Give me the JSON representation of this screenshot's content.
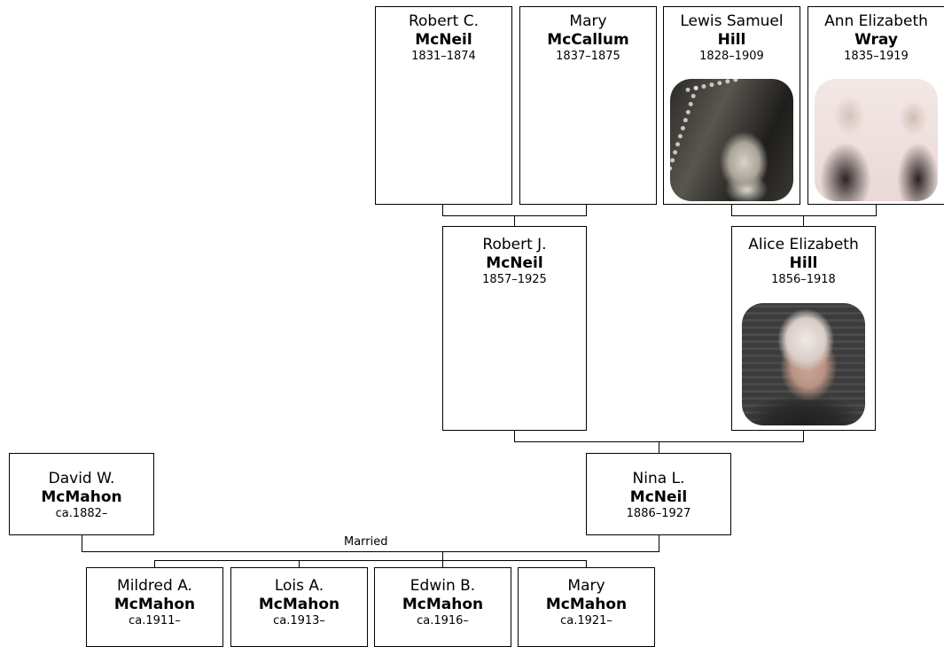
{
  "people": {
    "robert_c": {
      "given": "Robert C.",
      "surname": "McNeil",
      "dates": "1831–1874"
    },
    "mary_mccallum": {
      "given": "Mary",
      "surname": "McCallum",
      "dates": "1837–1875"
    },
    "lewis": {
      "given": "Lewis Samuel",
      "surname": "Hill",
      "dates": "1828–1909",
      "photo": "portrait-elderly-man"
    },
    "ann": {
      "given": "Ann Elizabeth",
      "surname": "Wray",
      "dates": "1835–1919",
      "photo": "portrait-elderly-couple"
    },
    "robert_j": {
      "given": "Robert J.",
      "surname": "McNeil",
      "dates": "1857–1925"
    },
    "alice": {
      "given": "Alice Elizabeth",
      "surname": "Hill",
      "dates": "1856–1918",
      "photo": "portrait-elderly-woman"
    },
    "david": {
      "given": "David W.",
      "surname": "McMahon",
      "dates": "ca.1882–"
    },
    "nina": {
      "given": "Nina L.",
      "surname": "McNeil",
      "dates": "1886–1927"
    },
    "mildred": {
      "given": "Mildred A.",
      "surname": "McMahon",
      "dates": "ca.1911–"
    },
    "lois": {
      "given": "Lois A.",
      "surname": "McMahon",
      "dates": "ca.1913–"
    },
    "edwin": {
      "given": "Edwin B.",
      "surname": "McMahon",
      "dates": "ca.1916–"
    },
    "mary_mcmahon": {
      "given": "Mary",
      "surname": "McMahon",
      "dates": "ca.1921–"
    }
  },
  "relationship_label": "Married",
  "colors": {
    "line": "#000000",
    "box_border": "#000000",
    "background": "#ffffff"
  }
}
